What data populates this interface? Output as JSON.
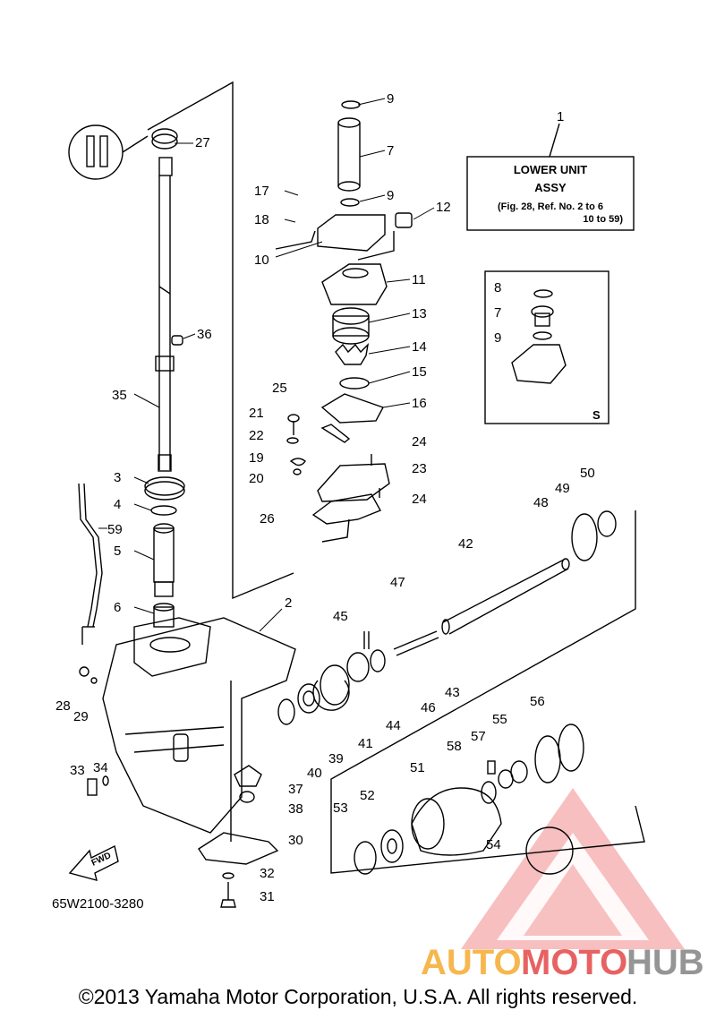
{
  "callouts": {
    "c1": "1",
    "c2": "2",
    "c3": "3",
    "c4": "4",
    "c5": "5",
    "c6": "6",
    "c7": "7",
    "c8": "8",
    "c9": "9",
    "c10": "10",
    "c11": "11",
    "c12": "12",
    "c13": "13",
    "c14": "14",
    "c15": "15",
    "c16": "16",
    "c17": "17",
    "c18": "18",
    "c19": "19",
    "c20": "20",
    "c21": "21",
    "c22": "22",
    "c23": "23",
    "c24": "24",
    "c25": "25",
    "c26": "26",
    "c27": "27",
    "c28": "28",
    "c29": "29",
    "c30": "30",
    "c31": "31",
    "c32": "32",
    "c33": "33",
    "c34": "34",
    "c35": "35",
    "c36": "36",
    "c37": "37",
    "c38": "38",
    "c39": "39",
    "c40": "40",
    "c41": "41",
    "c42": "42",
    "c43": "43",
    "c44": "44",
    "c45": "45",
    "c46": "46",
    "c47": "47",
    "c48": "48",
    "c49": "49",
    "c50": "50",
    "c51": "51",
    "c52": "52",
    "c53": "53",
    "c54": "54",
    "c55": "55",
    "c56": "56",
    "c57": "57",
    "c58": "58",
    "c59": "59"
  },
  "assy_box": {
    "line1": "LOWER UNIT",
    "line2": "ASSY",
    "line3": "(Fig. 28, Ref. No. 2 to 6",
    "line4": "10 to 59)"
  },
  "inset_marker": "S",
  "fwd_label": "FWD",
  "part_code": "65W2100-3280",
  "copyright": "©2013 Yamaha Motor Corporation, U.S.A. All rights reserved.",
  "watermark": {
    "part1": "AUTO",
    "part2": "MOTO",
    "part3": "HUB",
    "color_orange": "#f5a623",
    "color_red": "#e23c3c",
    "color_gray": "#8a8a8a"
  }
}
